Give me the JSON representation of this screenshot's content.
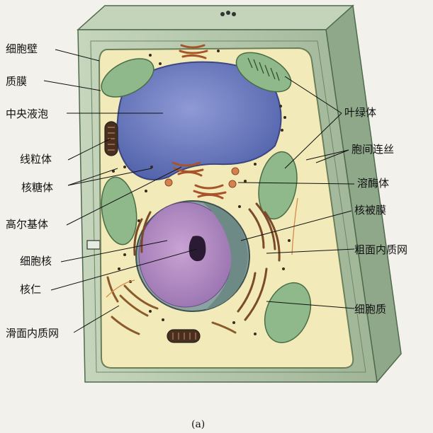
{
  "labels": {
    "cell_wall": "细胞壁",
    "plasma_membrane": "质膜",
    "central_vacuole": "中央液泡",
    "mitochondrion": "线粒体",
    "ribosome": "核糖体",
    "golgi": "高尔基体",
    "nucleus": "细胞核",
    "nucleolus": "核仁",
    "smooth_er": "滑面内质网",
    "chloroplast": "叶绿体",
    "plasmodesmata": "胞间连丝",
    "lysosome": "溶酶体",
    "nuclear_envelope": "核被膜",
    "rough_er": "粗面内质网",
    "cytoplasm": "细胞质"
  },
  "caption": "(a)",
  "colors": {
    "wall": "#aec3a6",
    "wall_edge": "#4f6a4c",
    "cytoplasm": "#f2eab8",
    "vacuole": "#6f7fc4",
    "nucleus": "#b98fc4",
    "chloroplast": "#8fb98a",
    "organelle": "#7a4a2a"
  }
}
